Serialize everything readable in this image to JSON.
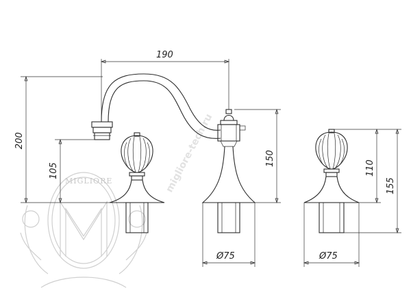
{
  "dimensions": {
    "spout_reach": "190",
    "total_height": "200",
    "spout_height": "105",
    "body_height": "150",
    "handle_height": "110",
    "handle_total": "155",
    "base_diameter_center": "Ø75",
    "base_diameter_right": "Ø75"
  },
  "watermark": {
    "brand": "MIGLIORE",
    "site": "migliore-tech.ru"
  },
  "colors": {
    "line": "#2a2a2a",
    "watermark": "#cfcfcf"
  }
}
